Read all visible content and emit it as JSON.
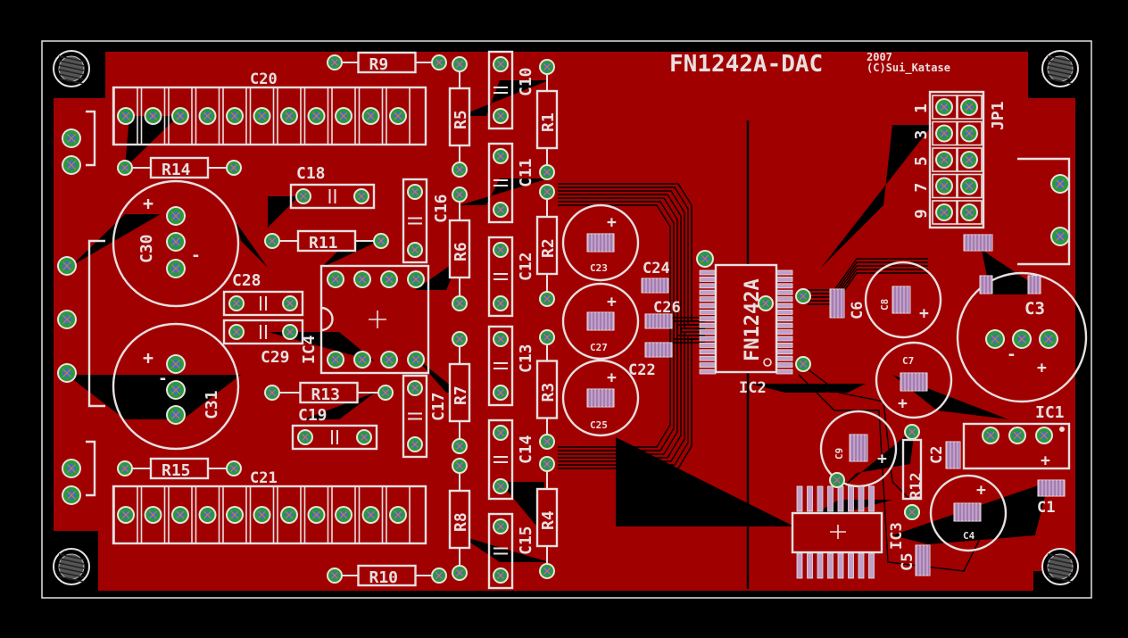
{
  "board": {
    "title": "FN1242A-DAC",
    "year": "2007",
    "author": "(C)Sui_Katase",
    "colors": {
      "copper": "#a10000",
      "background": "#000000",
      "silkscreen": "#e8e0e0",
      "trace": "#a23cc4",
      "pad": "#2a9a3a"
    }
  },
  "designators": {
    "R9": "R9",
    "R10": "R10",
    "R5": "R5",
    "R6": "R6",
    "R7": "R7",
    "R8": "R8",
    "R1": "R1",
    "R2": "R2",
    "R3": "R3",
    "R4": "R4",
    "R11": "R11",
    "R13": "R13",
    "R14": "R14",
    "R15": "R15",
    "R12": "R12",
    "C1": "C1",
    "C2": "C2",
    "C3": "C3",
    "C4": "C4",
    "C5": "C5",
    "C6": "C6",
    "C7": "C7",
    "C8": "C8",
    "C9": "C9",
    "C10": "C10",
    "C11": "C11",
    "C12": "C12",
    "C13": "C13",
    "C14": "C14",
    "C15": "C15",
    "C16": "C16",
    "C17": "C17",
    "C18": "C18",
    "C19": "C19",
    "C20": "C20",
    "C21": "C21",
    "C22": "C22",
    "C23": "C23",
    "C24": "C24",
    "C25": "C25",
    "C26": "C26",
    "C27": "C27",
    "C28": "C28",
    "C29": "C29",
    "C30": "C30",
    "C31": "C31",
    "IC1": "IC1",
    "IC2": "IC2",
    "IC3": "IC3",
    "IC4": "IC4",
    "JP1": "JP1",
    "chip_marking": "FN1242A"
  },
  "jp1_pins": [
    "1",
    "3",
    "5",
    "7",
    "9"
  ],
  "polarity": {
    "plus": "+",
    "minus": "-"
  }
}
